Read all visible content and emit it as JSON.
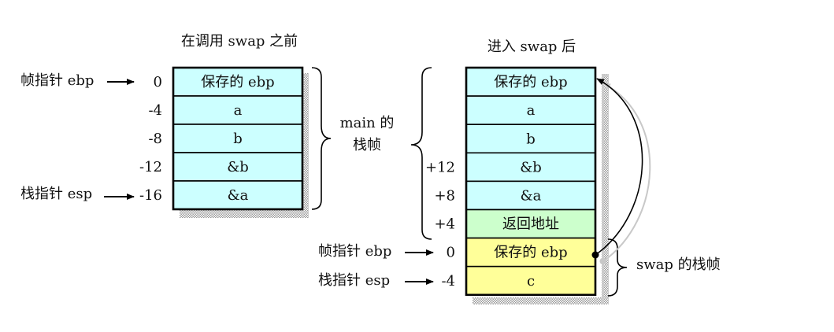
{
  "left": {
    "title": "在调用 swap 之前",
    "frame_pointer_label": "帧指针 ebp",
    "stack_pointer_label": "栈指针 esp",
    "brace_label_line1": "main 的",
    "brace_label_line2": "栈帧",
    "cells": [
      {
        "text": "保存的 ebp",
        "offset": "0",
        "color": "#ccffff"
      },
      {
        "text": "a",
        "offset": "-4",
        "color": "#ccffff"
      },
      {
        "text": "b",
        "offset": "-8",
        "color": "#ccffff"
      },
      {
        "text": "&b",
        "offset": "-12",
        "color": "#ccffff"
      },
      {
        "text": "&a",
        "offset": "-16",
        "color": "#ccffff"
      }
    ]
  },
  "right": {
    "title": "进入 swap 后",
    "frame_pointer_label": "帧指针 ebp",
    "stack_pointer_label": "栈指针 esp",
    "swap_frame_label": "swap 的栈帧",
    "cells": [
      {
        "text": "保存的 ebp",
        "offset": "",
        "color": "#ccffff"
      },
      {
        "text": "a",
        "offset": "",
        "color": "#ccffff"
      },
      {
        "text": "b",
        "offset": "",
        "color": "#ccffff"
      },
      {
        "text": "&b",
        "offset": "+12",
        "color": "#ccffff"
      },
      {
        "text": "&a",
        "offset": "+8",
        "color": "#ccffff"
      },
      {
        "text": "返回地址",
        "offset": "+4",
        "color": "#ccffcc"
      },
      {
        "text": "保存的 ebp",
        "offset": "0",
        "color": "#ffff99"
      },
      {
        "text": "c",
        "offset": "-4",
        "color": "#ffff99"
      }
    ]
  }
}
